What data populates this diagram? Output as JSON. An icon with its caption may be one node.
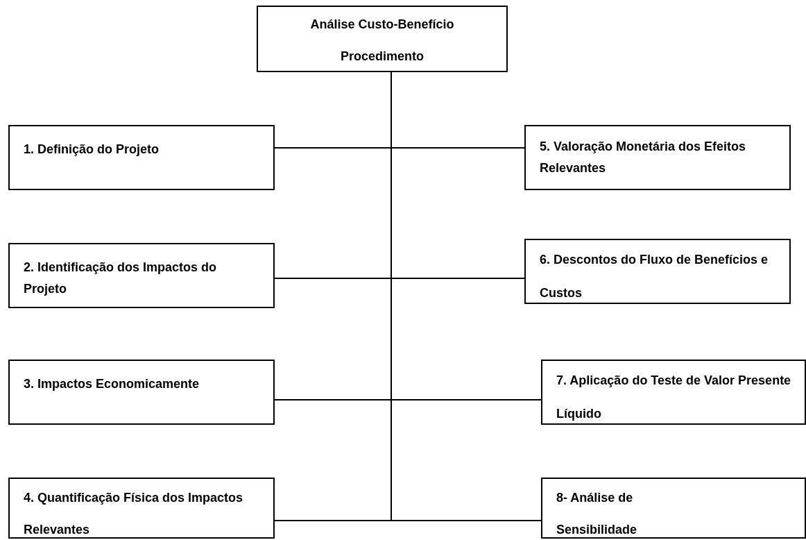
{
  "diagram": {
    "nodes": [
      {
        "text": [
          "Análise Custo-Benefício Procedimento"
        ]
      },
      {
        "text": [
          "1. Definição do Projeto"
        ]
      },
      {
        "text": [
          "2. Identificação dos Impactos do Projeto"
        ]
      },
      {
        "text": [
          "3. Impactos Economicamente"
        ]
      },
      {
        "text": [
          "4. Quantificação Física dos Impactos Relevantes"
        ]
      },
      {
        "text": [
          "5. Valoração Monetária dos Efeitos Relevantes"
        ]
      },
      {
        "text": [
          "6. Descontos do Fluxo de Benefícios e Custos"
        ]
      },
      {
        "text": [
          "7. Aplicação do Teste de Valor Presente Líquido"
        ]
      },
      {
        "text": [
          "8- Análise de Sensibilidade"
        ]
      }
    ],
    "edges": [
      {
        "from": 0,
        "to": 1,
        "arrow": "none"
      },
      {
        "from": 0,
        "to": 2,
        "arrow": "none"
      },
      {
        "from": 0,
        "to": 3,
        "arrow": "none"
      },
      {
        "from": 0,
        "to": 4,
        "arrow": "none"
      },
      {
        "from": 0,
        "to": 5,
        "arrow": "none"
      },
      {
        "from": 0,
        "to": 6,
        "arrow": "none"
      },
      {
        "from": 0,
        "to": 7,
        "arrow": "none"
      },
      {
        "from": 0,
        "to": 8,
        "arrow": "none"
      }
    ]
  }
}
